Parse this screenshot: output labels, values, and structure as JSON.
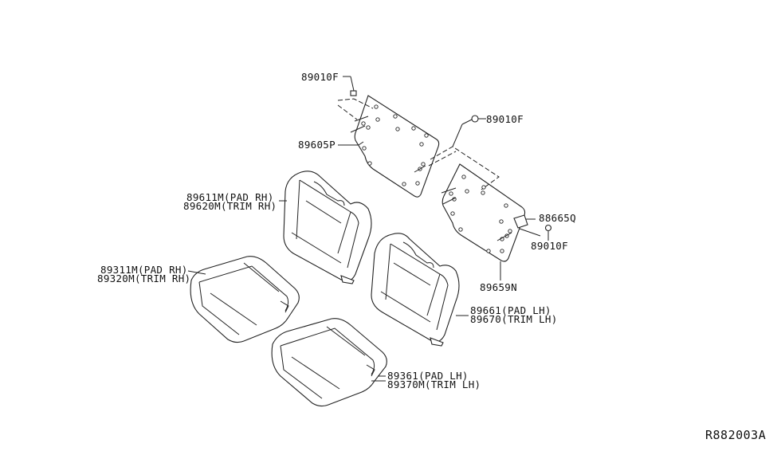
{
  "diagram": {
    "labels": {
      "clip_top": "89010F",
      "panel_rh": "89605P",
      "clip_mid": "89010F",
      "clip_bottom": "89010F",
      "part_88665q": "88665Q",
      "panel_lh": "89659N",
      "back_rh_pad": "89611M(PAD RH)",
      "back_rh_trim": "89620M(TRIM RH)",
      "cush_rh_pad": "89311M(PAD RH)",
      "cush_rh_trim": "89320M(TRIM RH)",
      "back_lh_pad": "89661(PAD LH)",
      "back_lh_trim": "89670(TRIM LH)",
      "cush_lh_pad": "89361(PAD LH)",
      "cush_lh_trim": "89370M(TRIM LH)"
    },
    "reference_code": "R882003A"
  }
}
